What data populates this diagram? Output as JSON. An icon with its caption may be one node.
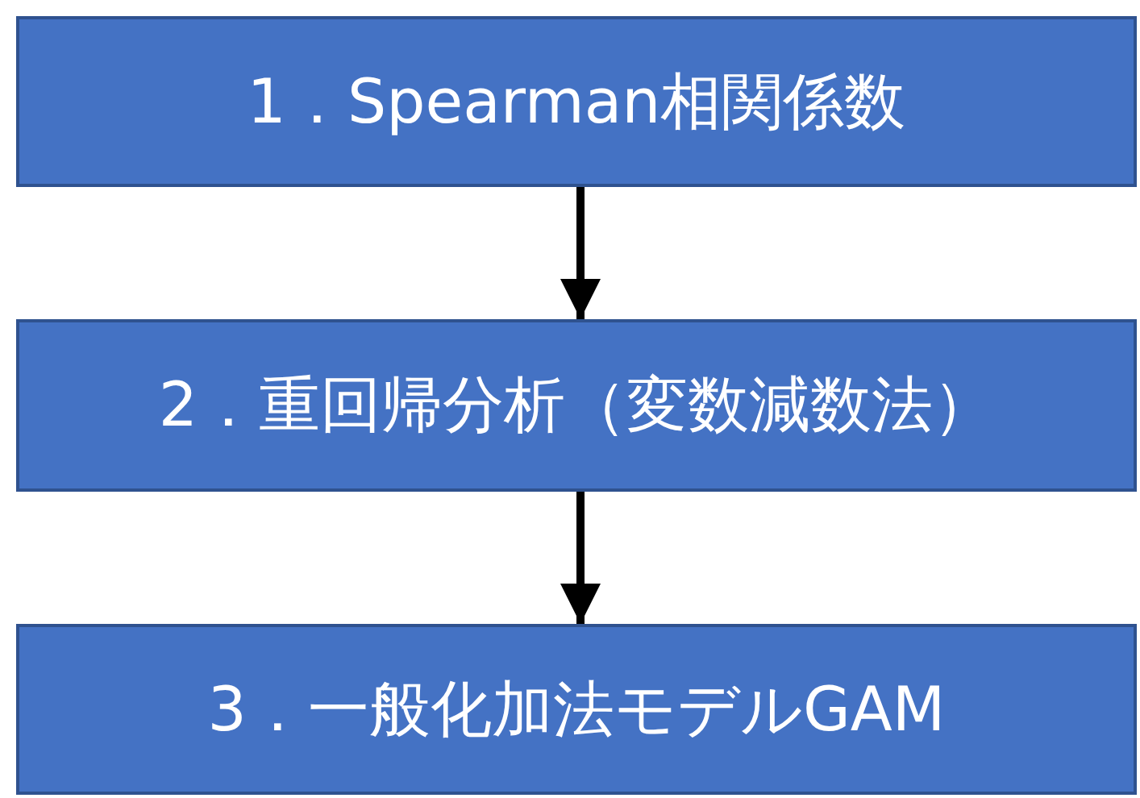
{
  "diagram": {
    "nodes": [
      {
        "text": [
          "1．Spearman相関係数"
        ]
      },
      {
        "text": [
          "2．重回帰分析（変数減数法）"
        ]
      },
      {
        "text": [
          "3．一般化加法モデルGAM"
        ]
      }
    ],
    "edges": [
      {
        "from": 0,
        "to": 1,
        "arrow": "to"
      },
      {
        "from": 1,
        "to": 2,
        "arrow": "to"
      }
    ]
  }
}
